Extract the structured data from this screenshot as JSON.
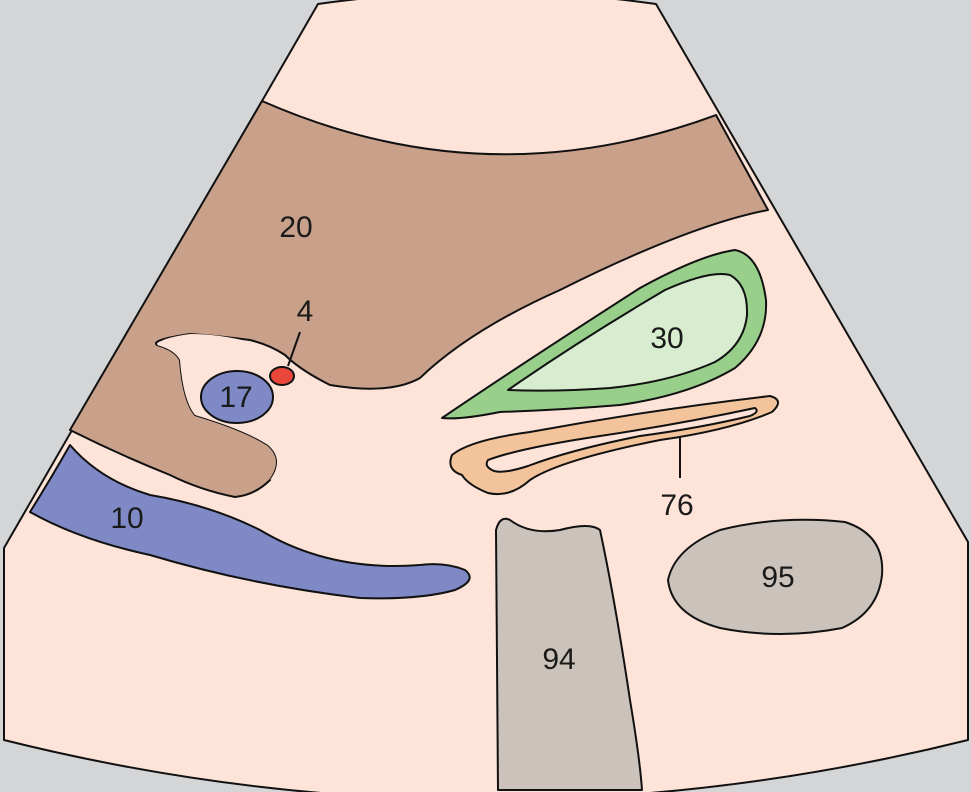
{
  "labels": {
    "l20": "20",
    "l4": "4",
    "l17": "17",
    "l30": "30",
    "l76": "76",
    "l10": "10",
    "l94": "94",
    "l95": "95"
  },
  "colors": {
    "background": "#d4d5d7",
    "tissue": "#fde3d8",
    "liver_brown": "#c9a08a",
    "vein_blue": "#7e89c6",
    "artery_red": "#e8473a",
    "green_outer": "#98cf8a",
    "green_inner": "#d8ecd0",
    "orange": "#f3c49c",
    "grey": "#cbc3bb"
  }
}
